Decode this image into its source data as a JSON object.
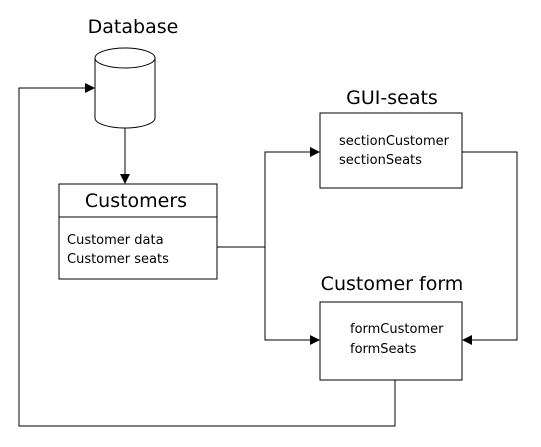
{
  "database": {
    "title": "Database"
  },
  "customers": {
    "title": "Customers",
    "lines": [
      "Customer data",
      "Customer seats"
    ]
  },
  "gui_seats": {
    "title": "GUI-seats",
    "lines": [
      "sectionCustomer",
      "sectionSeats"
    ]
  },
  "customer_form": {
    "title": "Customer form",
    "lines": [
      "formCustomer",
      "formSeats"
    ]
  },
  "colors": {
    "stroke": "#000000",
    "background": "#ffffff"
  }
}
